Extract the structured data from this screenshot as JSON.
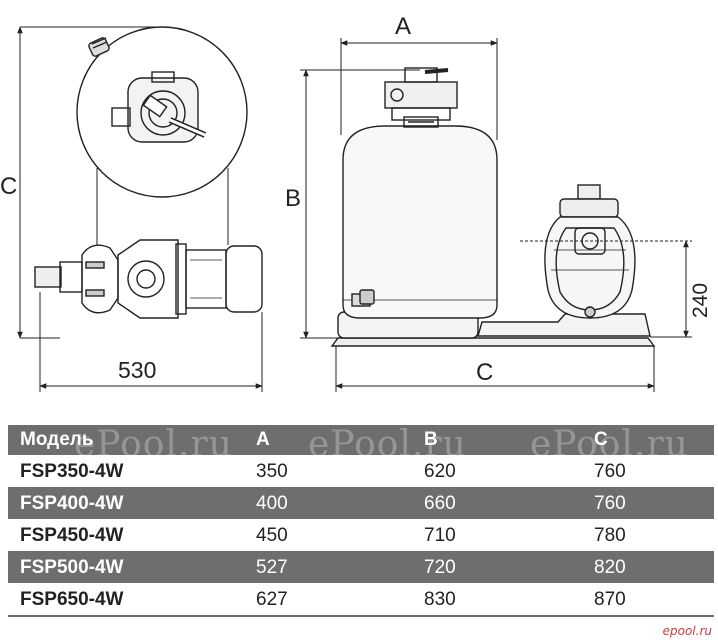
{
  "dimensions": {
    "top_view_height": "C",
    "top_view_width": "530",
    "front_width": "A",
    "front_height": "B",
    "overall_length": "C",
    "pump_height": "240"
  },
  "table": {
    "headers": [
      "Модель",
      "A",
      "B",
      "C"
    ],
    "rows": [
      [
        "FSP350-4W",
        "350",
        "620",
        "760"
      ],
      [
        "FSP400-4W",
        "400",
        "660",
        "760"
      ],
      [
        "FSP450-4W",
        "450",
        "710",
        "780"
      ],
      [
        "FSP500-4W",
        "527",
        "720",
        "820"
      ],
      [
        "FSP650-4W",
        "627",
        "830",
        "870"
      ]
    ]
  },
  "watermarks": [
    "ePool.ru",
    "ePool.ru",
    "ePool.ru"
  ],
  "brand": "epool.ru",
  "colors": {
    "table_dark": "#6e6e6e",
    "brand": "#d13a3a"
  }
}
